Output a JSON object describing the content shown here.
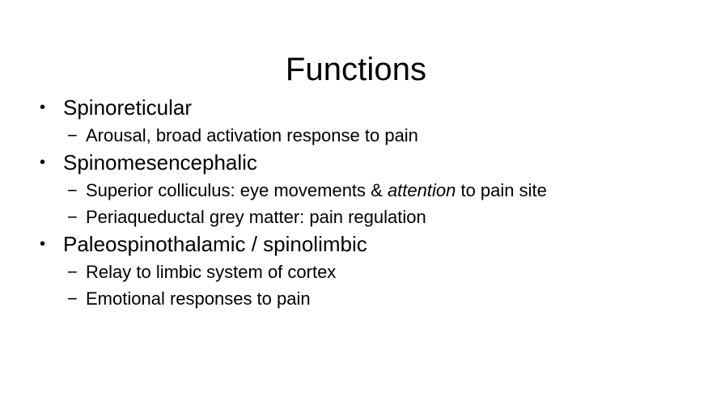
{
  "slide": {
    "title": "Functions",
    "background_color": "#ffffff",
    "text_color": "#000000",
    "bullet_marker": "•",
    "sub_bullet_marker": "−",
    "outline": [
      {
        "label": "Spinoreticular",
        "children": [
          {
            "text": "Arousal, broad activation response to pain",
            "pre_emphasis": "",
            "emphasis": "",
            "post_emphasis": ""
          }
        ]
      },
      {
        "label": "Spinomesencephalic",
        "children": [
          {
            "text": "",
            "pre_emphasis": "Superior colliculus: eye movements & ",
            "emphasis": "attention",
            "post_emphasis": " to pain site"
          },
          {
            "text": "Periaqueductal grey matter: pain regulation",
            "pre_emphasis": "",
            "emphasis": "",
            "post_emphasis": ""
          }
        ]
      },
      {
        "label": "Paleospinothalamic / spinolimbic",
        "children": [
          {
            "text": "Relay to limbic system of cortex",
            "pre_emphasis": "",
            "emphasis": "",
            "post_emphasis": ""
          },
          {
            "text": "Emotional responses to pain",
            "pre_emphasis": "",
            "emphasis": "",
            "post_emphasis": ""
          }
        ]
      }
    ]
  }
}
